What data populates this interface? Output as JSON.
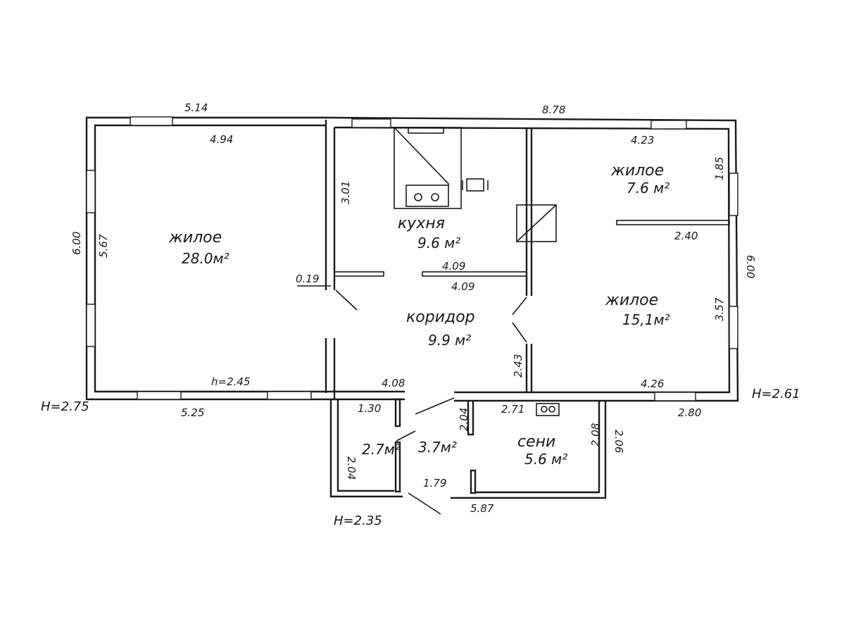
{
  "rooms": {
    "living_large": {
      "name": "жилое",
      "area": "28.0м²"
    },
    "kitchen": {
      "name": "кухня",
      "area": "9.6 м²"
    },
    "corridor": {
      "name": "коридор",
      "area": "9.9 м²"
    },
    "living_small": {
      "name": "жилое",
      "area": "7.6 м²"
    },
    "living_mid": {
      "name": "жилое",
      "area": "15,1м²"
    },
    "entry": {
      "name": "сени",
      "area": "5.6 м²"
    },
    "closet_a": {
      "area": "2.7м²"
    },
    "closet_b": {
      "area": "3.7м²"
    }
  },
  "dimensions": {
    "top_left_outer": "5.14",
    "top_right_outer": "8.78",
    "left_room_top_inner": "4.94",
    "left_outer_height": "6.00",
    "left_inner_height": "5.67",
    "kitchen_wall": "3.01",
    "right_top_inner": "4.23",
    "right_top_side": "1.85",
    "partition_right": "2.40",
    "right_outer_height": "6.00",
    "right_mid_side": "3.57",
    "corridor_upper": "4.09",
    "corridor_lower": "4.09",
    "wall_thickness": "0.19",
    "corridor_right_side": "2.43",
    "bottom_left_inner": "h=2.45",
    "bottom_left_outer": "5.25",
    "bottom_mid": "4.08",
    "bottom_right_inner": "4.26",
    "bottom_right_outer": "2.80",
    "closet_top": "1.30",
    "closet_left_side": "2.04",
    "closet_b_side": "2.04",
    "entry_top": "2.71",
    "entry_side_inner": "2.08",
    "entry_side_outer": "2.06",
    "entry_inner_bottom": "1.79",
    "entry_bottom_outer": "5.87"
  },
  "heights": {
    "left": "H=2.75",
    "right": "H=2.61",
    "bottom": "H=2.35"
  }
}
